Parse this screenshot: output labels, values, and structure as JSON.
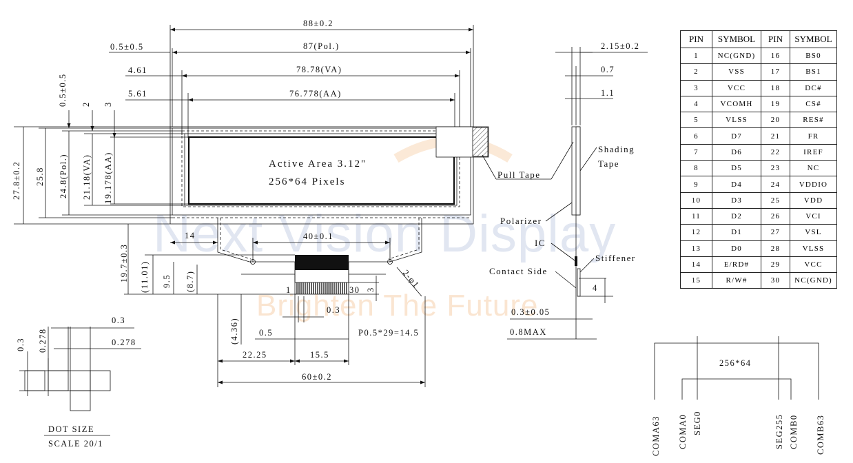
{
  "watermark": {
    "brand": "Next Vision Display",
    "slogan": "Brighten The Future"
  },
  "front_view": {
    "dims": {
      "width_overall": "88±0.2",
      "width_pol": "87(Pol.)",
      "width_va": "78.78(VA)",
      "width_aa": "76.778(AA)",
      "offset_pol": "0.5±0.5",
      "offset_va": "4.61",
      "offset_aa": "5.61",
      "top_offset": "0.5±0.5",
      "top_va": "2",
      "top_aa": "3",
      "height_overall": "27.8±0.2",
      "height_258": "25.8",
      "height_pol": "24.8(Pol.)",
      "height_va": "21.18(VA)",
      "height_aa": "19.178(AA)",
      "fpc_offset": "14",
      "fpc_pitch": "40±0.1",
      "fpc_height": "19.7±0.3",
      "fpc_1101": "(11.01)",
      "fpc_95": "9.5",
      "fpc_87": "(8.7)",
      "hole": "2-φ1",
      "pin_end_3": "3",
      "lead_03": "0.3",
      "lead_436": "(4.36)",
      "lead_05": "0.5",
      "pitch_total": "P0.5*29=14.5",
      "left_2225": "22.25",
      "lead_155": "15.5",
      "fpc_width": "60±0.2"
    },
    "active_area_line1": "Active Area 3.12\"",
    "active_area_line2": "256*64 Pixels",
    "pin_first": "1",
    "pin_last": "30"
  },
  "side_view": {
    "dims": {
      "thickness": "2.15±0.2",
      "d07": "0.7",
      "d11": "1.1",
      "d4": "4",
      "d03": "0.3±0.05",
      "max": "0.8MAX"
    },
    "labels": {
      "shading1": "Shading",
      "shading2": "Tape",
      "pull_tape": "Pull Tape",
      "polarizer": "Polarizer",
      "ic": "IC",
      "stiffener": "Stiffener",
      "contact": "Contact Side"
    }
  },
  "dot_detail": {
    "d03a": "0.3",
    "d0278a": "0.278",
    "d03b": "0.3",
    "d0278b": "0.278",
    "title": "DOT SIZE",
    "scale": "SCALE 20/1"
  },
  "pin_table": {
    "headers": [
      "PIN",
      "SYMBOL",
      "PIN",
      "SYMBOL"
    ],
    "rows": [
      [
        "1",
        "NC(GND)",
        "16",
        "BS0"
      ],
      [
        "2",
        "VSS",
        "17",
        "BS1"
      ],
      [
        "3",
        "VCC",
        "18",
        "DC#"
      ],
      [
        "4",
        "VCOMH",
        "19",
        "CS#"
      ],
      [
        "5",
        "VLSS",
        "20",
        "RES#"
      ],
      [
        "6",
        "D7",
        "21",
        "FR"
      ],
      [
        "7",
        "D6",
        "22",
        "IREF"
      ],
      [
        "8",
        "D5",
        "23",
        "NC"
      ],
      [
        "9",
        "D4",
        "24",
        "VDDIO"
      ],
      [
        "10",
        "D3",
        "25",
        "VDD"
      ],
      [
        "11",
        "D2",
        "26",
        "VCI"
      ],
      [
        "12",
        "D1",
        "27",
        "VSL"
      ],
      [
        "13",
        "D0",
        "28",
        "VLSS"
      ],
      [
        "14",
        "E/RD#",
        "29",
        "VCC"
      ],
      [
        "15",
        "R/W#",
        "30",
        "NC(GND)"
      ]
    ]
  },
  "block_diagram": {
    "label": "256*64",
    "pins": [
      "COMA63",
      "COMA0",
      "SEG0",
      "SEG255",
      "COMB0",
      "COMB63"
    ]
  }
}
